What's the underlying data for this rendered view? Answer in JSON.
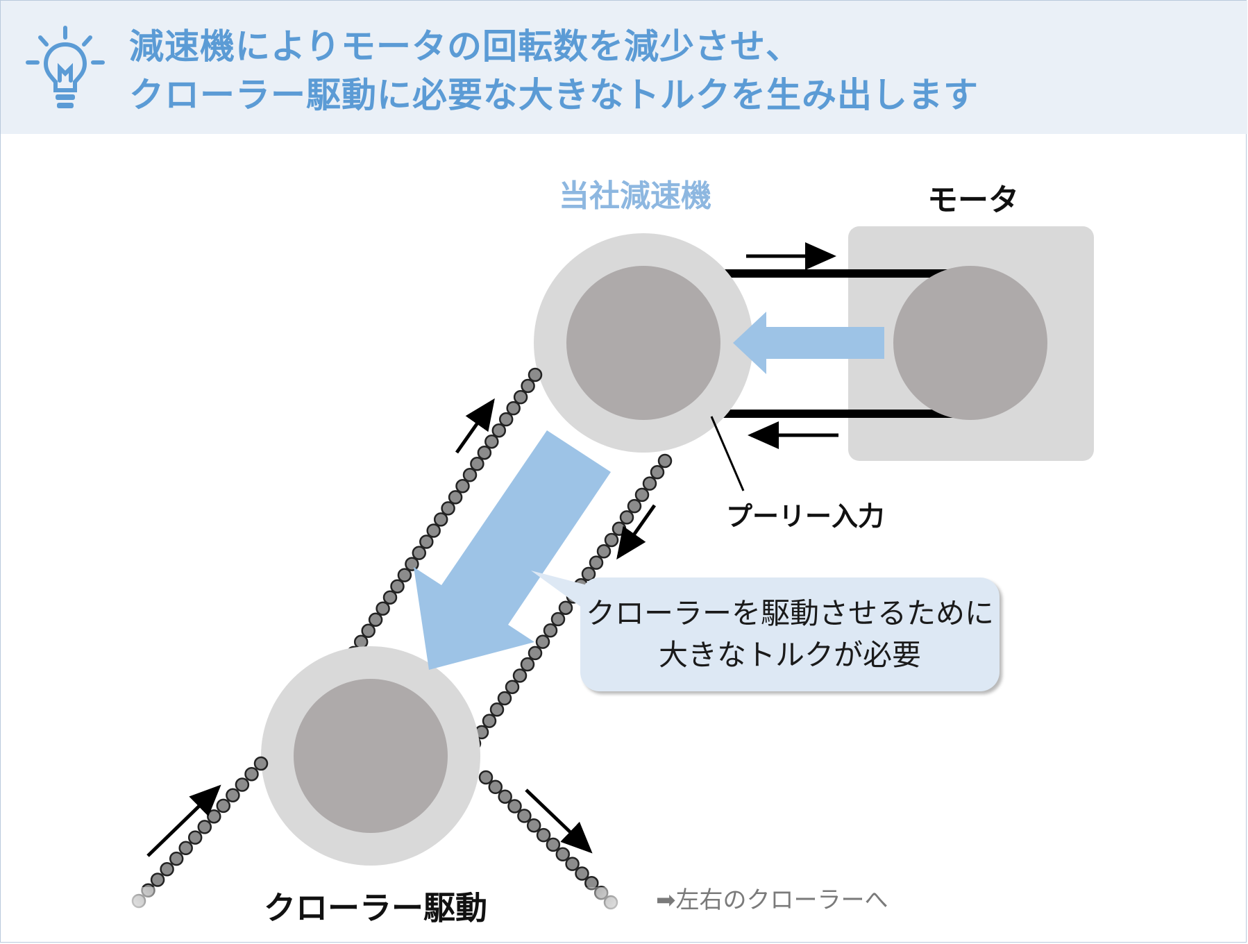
{
  "header": {
    "line1": "減速機によりモータの回転数を減少させ、",
    "line2": "クローラー駆動に必要な大きなトルクを生み出します",
    "icon": "lightbulb-icon"
  },
  "labels": {
    "reducer": "当社減速機",
    "motor": "モータ",
    "pulley": "プーリー入力",
    "crawler": "クローラー駆動"
  },
  "callout": {
    "line1": "クローラーを駆動させるために",
    "line2": "大きなトルクが必要"
  },
  "note": "➡左右のクローラーへ",
  "colors": {
    "accent": "#5b9bd5",
    "accent_light": "#9dc3e6",
    "header_bg": "#eaf0f7",
    "outer_disc": "#d9d9d9",
    "inner_disc": "#aeaaaa",
    "motor_box": "#d9d9d9",
    "callout_bg": "#dde8f4"
  }
}
